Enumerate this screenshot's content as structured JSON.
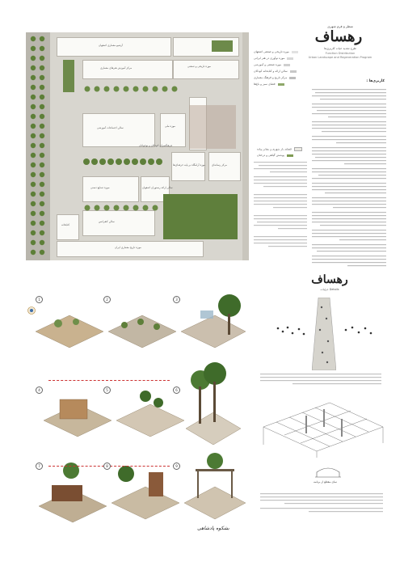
{
  "brand": {
    "logo_text": "رهساف",
    "subtitle_fa": "طرح تجدید حیات کاربری‌ها",
    "heading_fa": "منظر و فرم شهری",
    "subtitle_en_line1": "Function Distribution",
    "subtitle_en_line2": "Urban Landscape and Regeneration Program"
  },
  "plan": {
    "labels": [
      "آرشیو معماری اصفهان",
      "موزه تاریخی و صنعتی",
      "مرکز آموزش هنرهای معماری",
      "موزه ملی",
      "سالن اجتماعات آموزشی",
      "موزه آرامگاه بر پایه حرفه‌ای‌ها",
      "مرکز رسانه‌ای",
      "موزه صنایع دستی",
      "سالن ارائه رستوران اصفهان",
      "سالن کنفرانس",
      "موزه تاریخ معماری ایران",
      "کتابخانه",
      "فرهنگسرای کودکان و نوجوانان"
    ]
  },
  "legend": {
    "items": [
      {
        "label": "موزه تاریخی و صنعتی اصفهان",
        "color": "#e2e2e2"
      },
      {
        "label": "موزه نوآوری در هنر ایرانی",
        "color": "#d7d7d7"
      },
      {
        "label": "موزه صنعتی و آموزشی",
        "color": "#cfcfcf"
      },
      {
        "label": "سالن ارائه و کتابخانه کودکان",
        "color": "#c7c7c7"
      },
      {
        "label": "مرکز تاریخ و فرهنگ معماری",
        "color": "#bcbcbc"
      },
      {
        "label": "فضای سبز و باغ‌ها",
        "color": "#8fa86a"
      }
    ]
  },
  "legend2": {
    "items": [
      {
        "label": "فضای باز شهری و معابر پیاده",
        "color": "#eceae4"
      },
      {
        "label": "پوشش گیاهی و درختان",
        "color": "#7f9b54"
      }
    ]
  },
  "sections": {
    "uses_heading": "کاربری‌ها :",
    "details_logo": "رهساف",
    "details_fa": "جزئیات",
    "details_en": "Details"
  },
  "scenes": {
    "numbers": [
      "1",
      "2",
      "3",
      "4",
      "5",
      "6",
      "7",
      "8",
      "9"
    ]
  },
  "signature": {
    "text": "بشکوه پادشاهی"
  },
  "section_caption": "نمای مقطع از برنامه"
}
